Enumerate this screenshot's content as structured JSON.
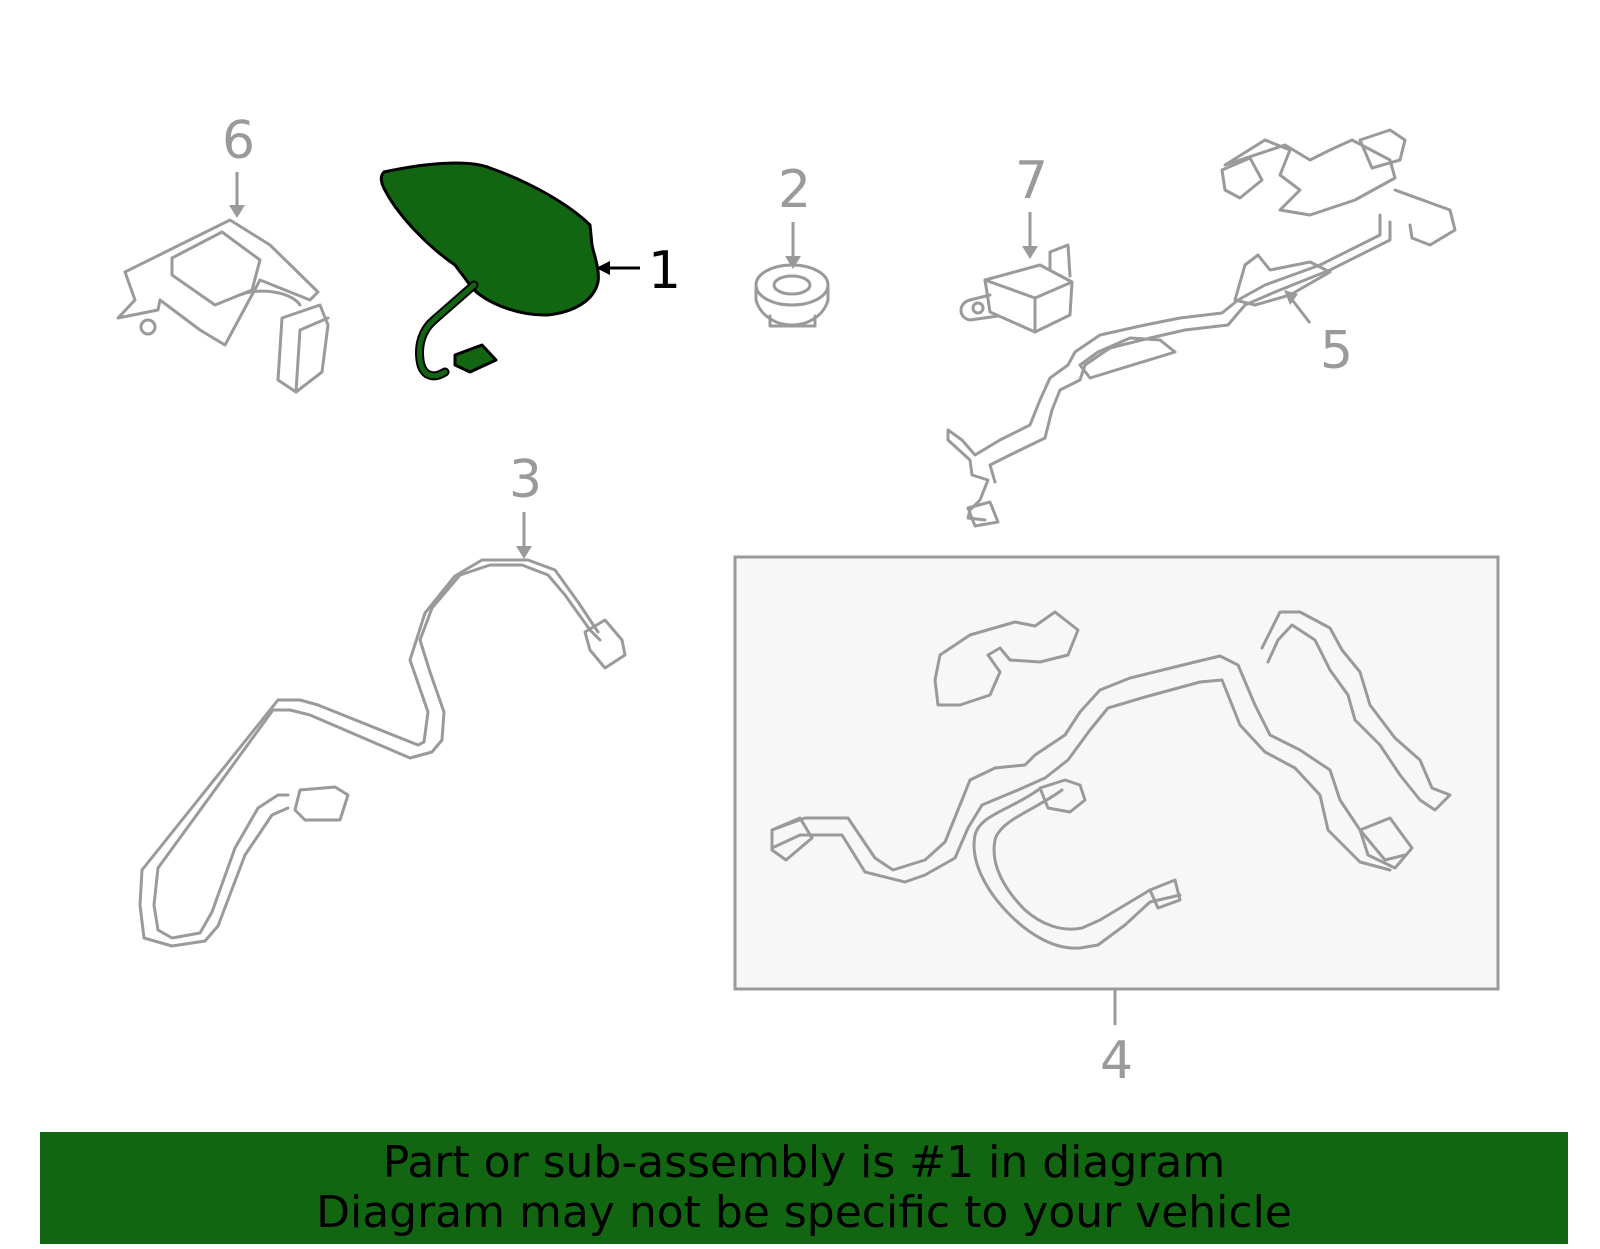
{
  "diagram": {
    "labels": {
      "p1": "1",
      "p2": "2",
      "p3": "3",
      "p4": "4",
      "p5": "5",
      "p6": "6",
      "p7": "7"
    },
    "highlight_part": "1",
    "colors": {
      "highlight_fill": "#126612",
      "line_gray": "#9a9a9a",
      "banner_bg": "#126612",
      "box_bg": "#f7f7f7"
    }
  },
  "banner": {
    "line1": "Part or sub-assembly is #1 in diagram",
    "line2": "Diagram may not be specific to your vehicle"
  }
}
